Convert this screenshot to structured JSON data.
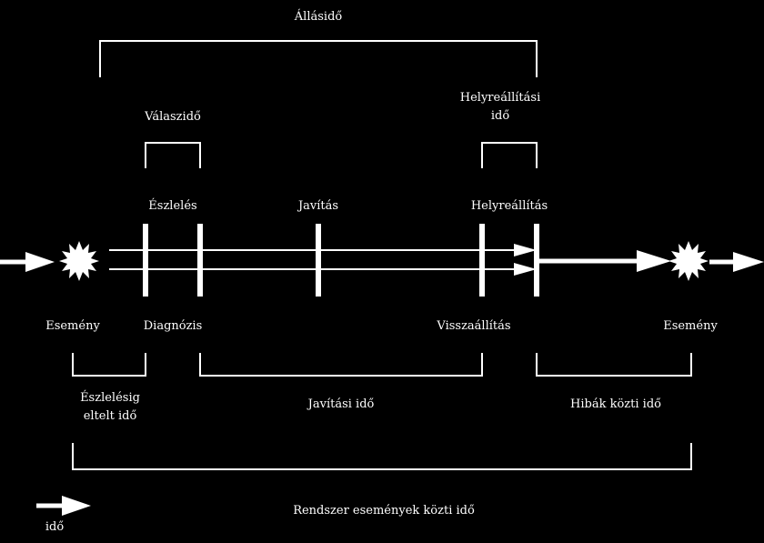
{
  "title": "Állásidő",
  "brackets_top": {
    "response_time": "Válaszidő",
    "restore_time_line1": "Helyreállítási",
    "restore_time_line2": "idő"
  },
  "events_top": {
    "detection": "Észlelés",
    "repair": "Javítás",
    "restoration": "Helyreállítás"
  },
  "events_bottom": {
    "event_left": "Esemény",
    "diagnosis": "Diagnózis",
    "recovery": "Visszaállítás",
    "event_right": "Esemény"
  },
  "brackets_bottom": {
    "time_to_detect_line1": "Észlelésig",
    "time_to_detect_line2": "eltelt idő",
    "repair_time": "Javítási idő",
    "time_between_failures": "Hibák közti idő",
    "time_between_system_events": "Rendszer események közti idő"
  },
  "legend": {
    "time_label": "idő"
  },
  "colors": {
    "background": "#000000",
    "foreground": "#ffffff"
  }
}
